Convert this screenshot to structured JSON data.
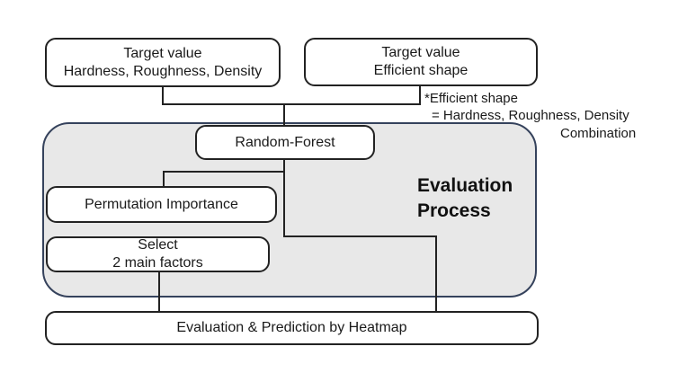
{
  "diagram": {
    "title_hint": "Evaluation Process flowchart",
    "boxes": {
      "target_left": {
        "line1": "Target value",
        "line2": "Hardness, Roughness, Density"
      },
      "target_right": {
        "line1": "Target value",
        "line2": "Efficient shape"
      },
      "random_forest": {
        "label": "Random-Forest"
      },
      "permutation_importance": {
        "label": "Permutation Importance"
      },
      "select_factors": {
        "line1": "Select",
        "line2": "2 main factors"
      },
      "heatmap": {
        "label": "Evaluation & Prediction by Heatmap"
      }
    },
    "container_label": {
      "line1": "Evaluation",
      "line2": "Process"
    },
    "annotation": {
      "line1": "*Efficient shape",
      "line2": "= Hardness, Roughness, Density",
      "line3": "Combination"
    }
  },
  "colors": {
    "background": "#ffffff",
    "box_fill": "#ffffff",
    "box_border": "#222222",
    "container_fill": "#e8e8e8",
    "container_border": "#35425c",
    "connector": "#222222",
    "text": "#1a1a1a"
  }
}
